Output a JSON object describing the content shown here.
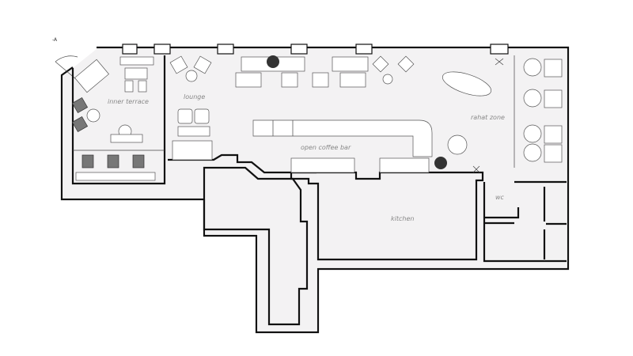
{
  "plan": {
    "north_marker": "-A",
    "rooms": {
      "inner_terrace": "inner terrace",
      "lounge": "lounge",
      "open_coffee_bar": "open coffee bar",
      "rahat_zone": "rahat zone",
      "wc": "wc",
      "kitchen": "kitchen"
    }
  },
  "colors": {
    "floor": "#f3f2f3",
    "wall": "#111111",
    "label": "#888888"
  }
}
